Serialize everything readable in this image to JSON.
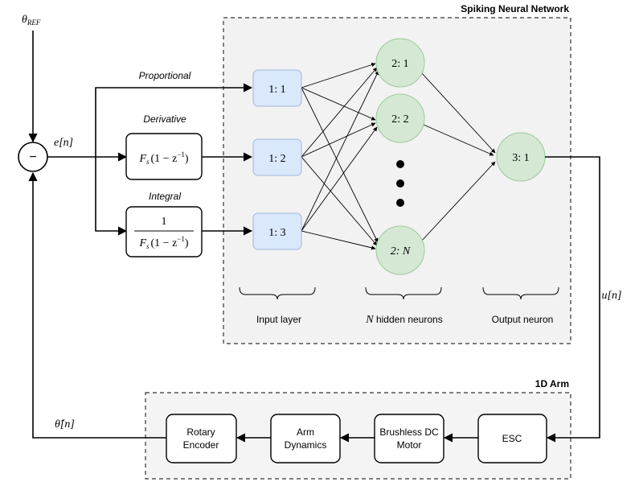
{
  "snn": {
    "title": "Spiking Neural Network",
    "input_nodes": [
      "1: 1",
      "1: 2",
      "1: 3"
    ],
    "hidden_nodes": [
      "2: 1",
      "2: 2",
      "2: N"
    ],
    "output_node": "3: 1",
    "layer_labels": {
      "input": "Input layer",
      "hidden_prefix": "N",
      "hidden_rest": " hidden neurons",
      "output": "Output neuron"
    }
  },
  "pid": {
    "reference": "θ",
    "reference_sub": "REF",
    "summing_sign": "−",
    "error_signal": "e[n]",
    "branches": {
      "proportional": "Proportional",
      "derivative": "Derivative",
      "integral": "Integral"
    },
    "derivative_block": {
      "fs": "F",
      "fs_sub": "s",
      "expr": "(1 − z",
      "exp": "−1",
      "close": ")"
    },
    "integral_block": {
      "numerator": "1",
      "fs": "F",
      "fs_sub": "s",
      "expr": "(1 − z",
      "exp": "−1",
      "close": ")"
    }
  },
  "plant": {
    "title": "1D Arm",
    "control_signal": "u[n]",
    "feedback_signal": "θ̂[n]",
    "blocks": {
      "esc": "ESC",
      "motor_line1": "Brushless DC",
      "motor_line2": "Motor",
      "arm_line1": "Arm",
      "arm_line2": "Dynamics",
      "encoder_line1": "Rotary",
      "encoder_line2": "Encoder"
    }
  }
}
